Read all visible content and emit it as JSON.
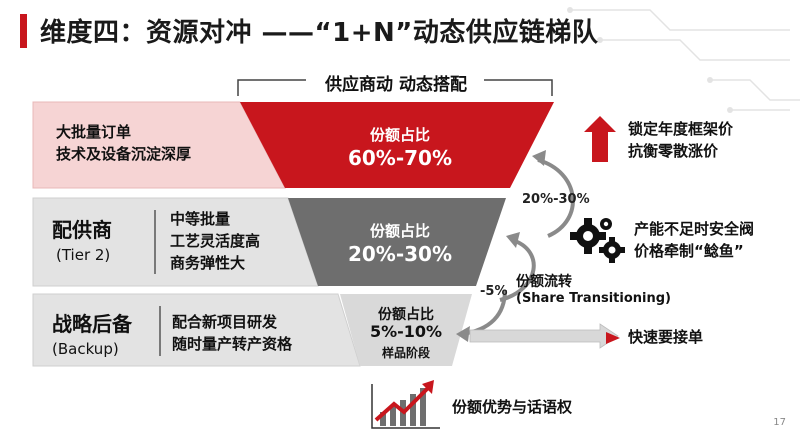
{
  "title": "维度四：资源对冲 ——“1+N”动态供应链梯队",
  "top_label": "供应商动 动态搭配",
  "tiers": [
    {
      "name": "",
      "sub": "",
      "details": [
        "大批量订单",
        "技术及设备沉淀深厚"
      ],
      "share_label": "份额占比",
      "share_value": "60%-70%",
      "note": ""
    },
    {
      "name": "配供商",
      "sub": "(Tier 2)",
      "details": [
        "中等批量",
        "工艺灵活度高",
        "商务弹性大"
      ],
      "share_label": "份额占比",
      "share_value": "20%-30%",
      "note": ""
    },
    {
      "name": "战略后备",
      "sub": "(Backup)",
      "details": [
        "配合新项目研发",
        "随时量产转产资格"
      ],
      "share_label": "份额占比",
      "share_value": "5%-10%",
      "note": "样品阶段"
    }
  ],
  "flow": {
    "upper_pct": "20%-30%",
    "lower_pct": "-5%",
    "label": "份额流转",
    "label_en": "(Share Transitioning)"
  },
  "right": {
    "lock": [
      "锁定年度框架价",
      "抗衡零散涨价"
    ],
    "gear": [
      "产能不足时安全阀",
      "价格牵制“鲶鱼”"
    ],
    "fast": "快速要接单"
  },
  "bottom_label": "份额优势与话语权",
  "page_number": "17",
  "colors": {
    "accent": "#c8161d",
    "dark_gray": "#6e6e6e",
    "light_gray": "#d9d9d9"
  }
}
